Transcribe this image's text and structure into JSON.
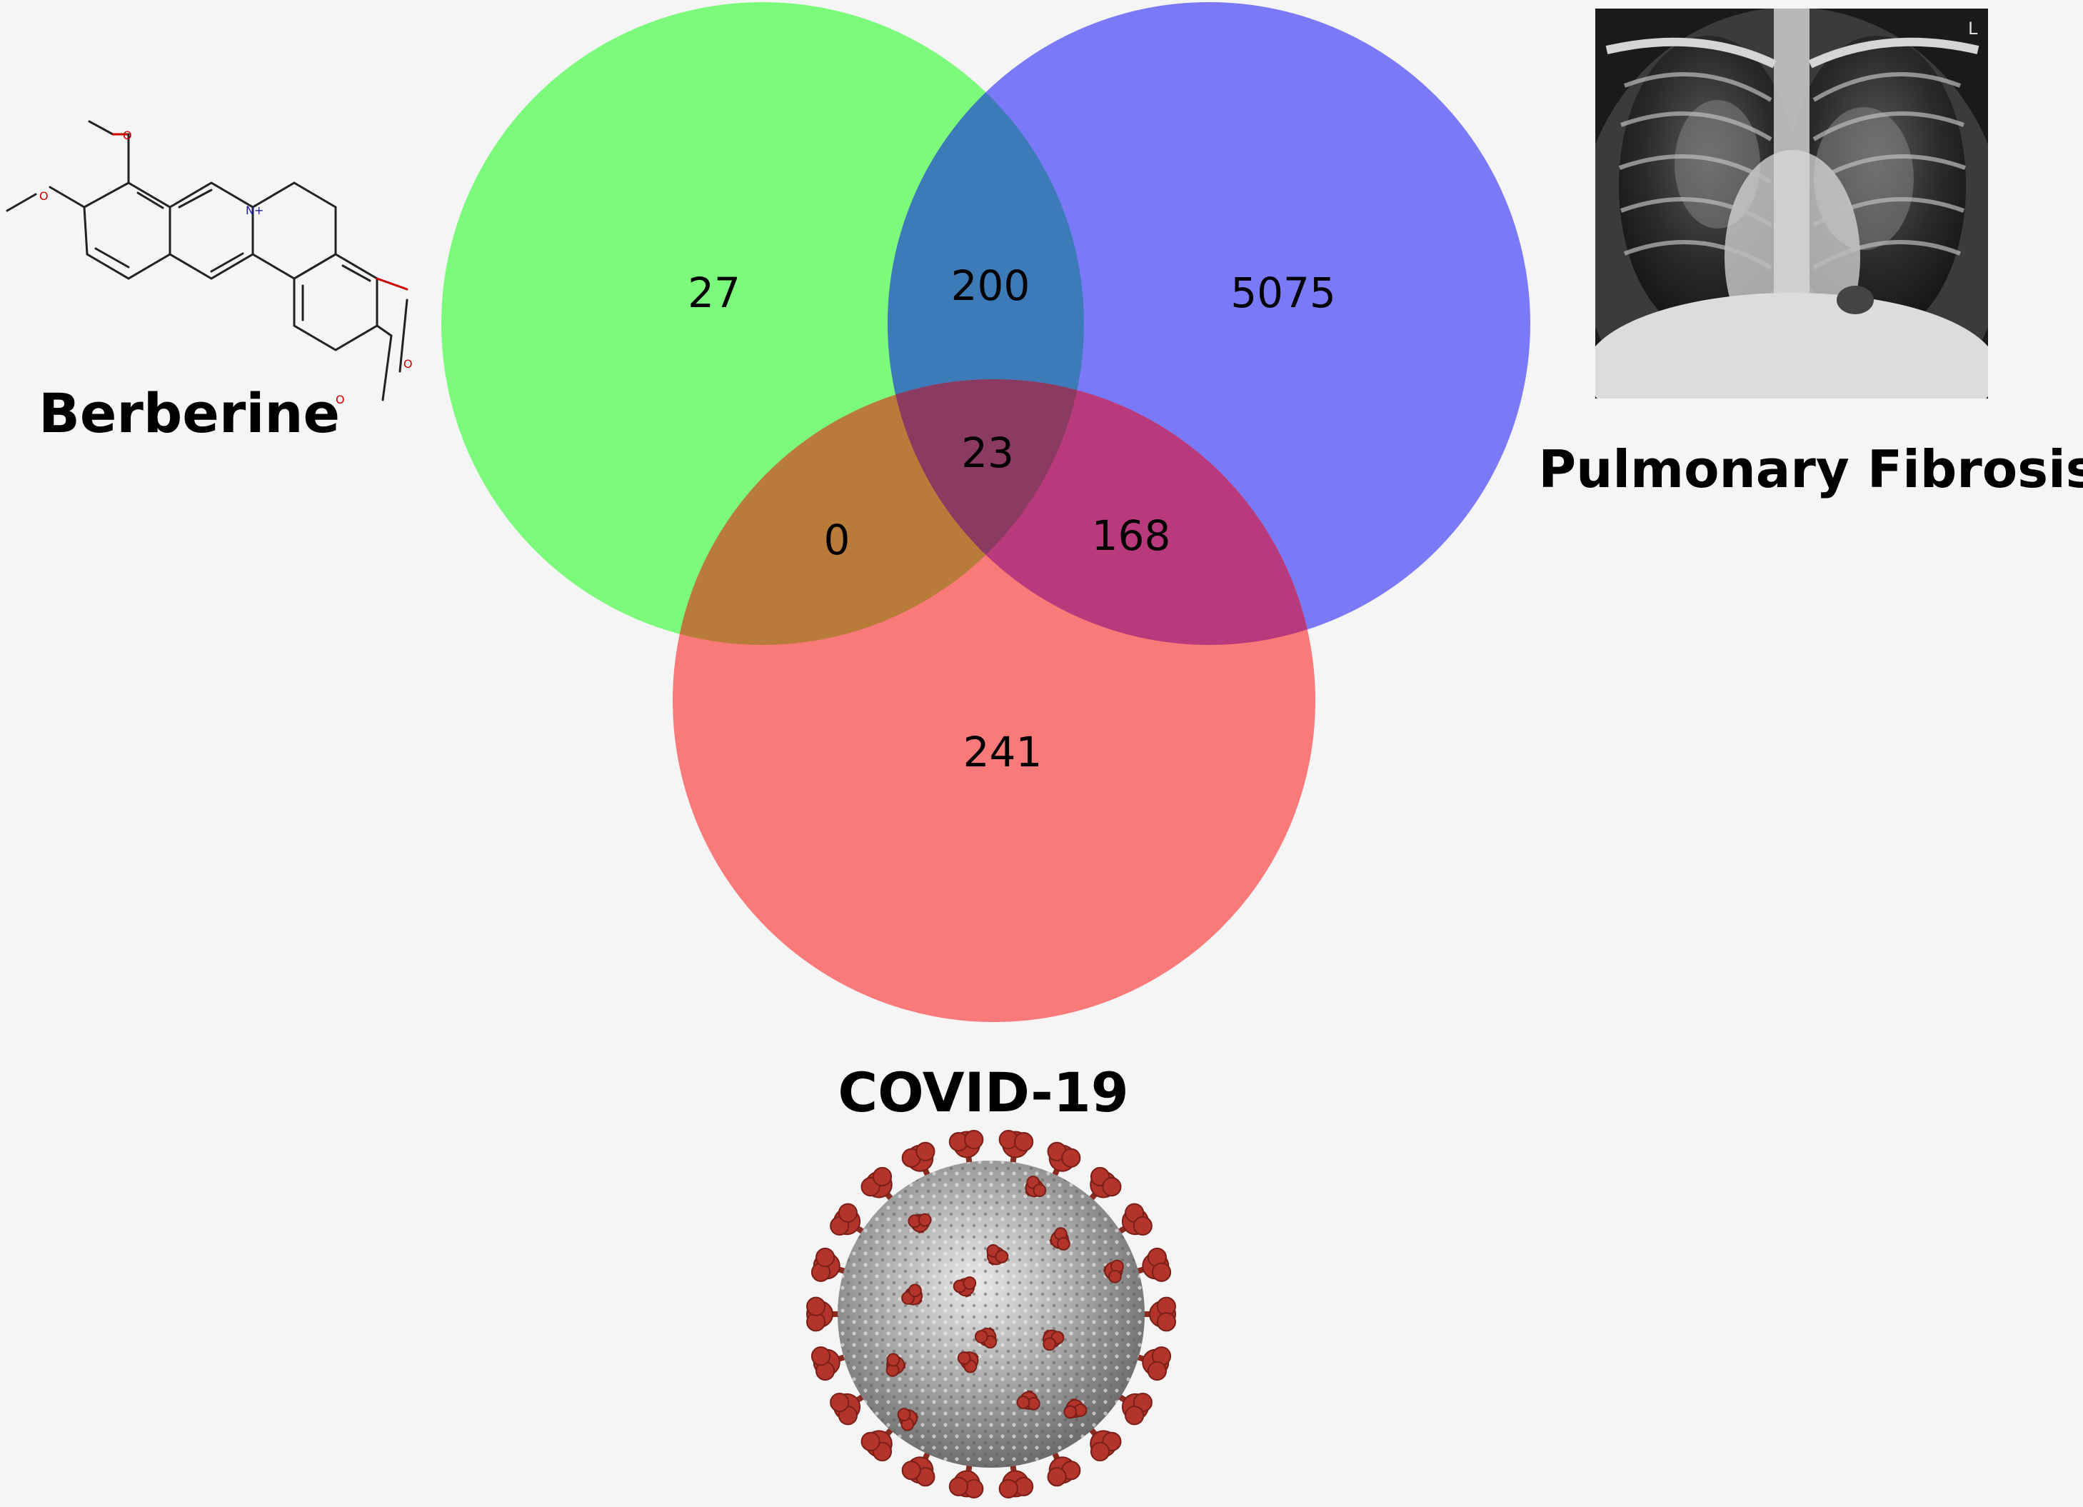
{
  "diagram": {
    "type": "venn-3",
    "sets": {
      "berberine": {
        "label": "Berberine",
        "color": "#7cfa7c"
      },
      "pulmonary_fibrosis": {
        "label": "Pulmonary Fibrosis",
        "color": "#7a7af8"
      },
      "covid": {
        "label": "COVID-19",
        "color": "#fa7a7a"
      }
    },
    "regions": {
      "berberine_only": "27",
      "berberine_fibrosis": "200",
      "fibrosis_only": "5075",
      "all_three": "23",
      "berberine_covid": "0",
      "fibrosis_covid": "168",
      "covid_only": "241"
    },
    "overlap_colors": {
      "berberine_fibrosis": "#3d7ab8",
      "berberine_covid": "#b97b3a",
      "fibrosis_covid": "#b93a7c",
      "all_three": "#8b3a62"
    }
  },
  "illustrations": {
    "molecule": {
      "name": "berberine-structure",
      "atoms": [
        "O",
        "O",
        "N+",
        "O",
        "O"
      ]
    },
    "xray": {
      "name": "chest-xray",
      "marker": "L"
    },
    "virus": {
      "name": "coronavirus-particle"
    }
  }
}
